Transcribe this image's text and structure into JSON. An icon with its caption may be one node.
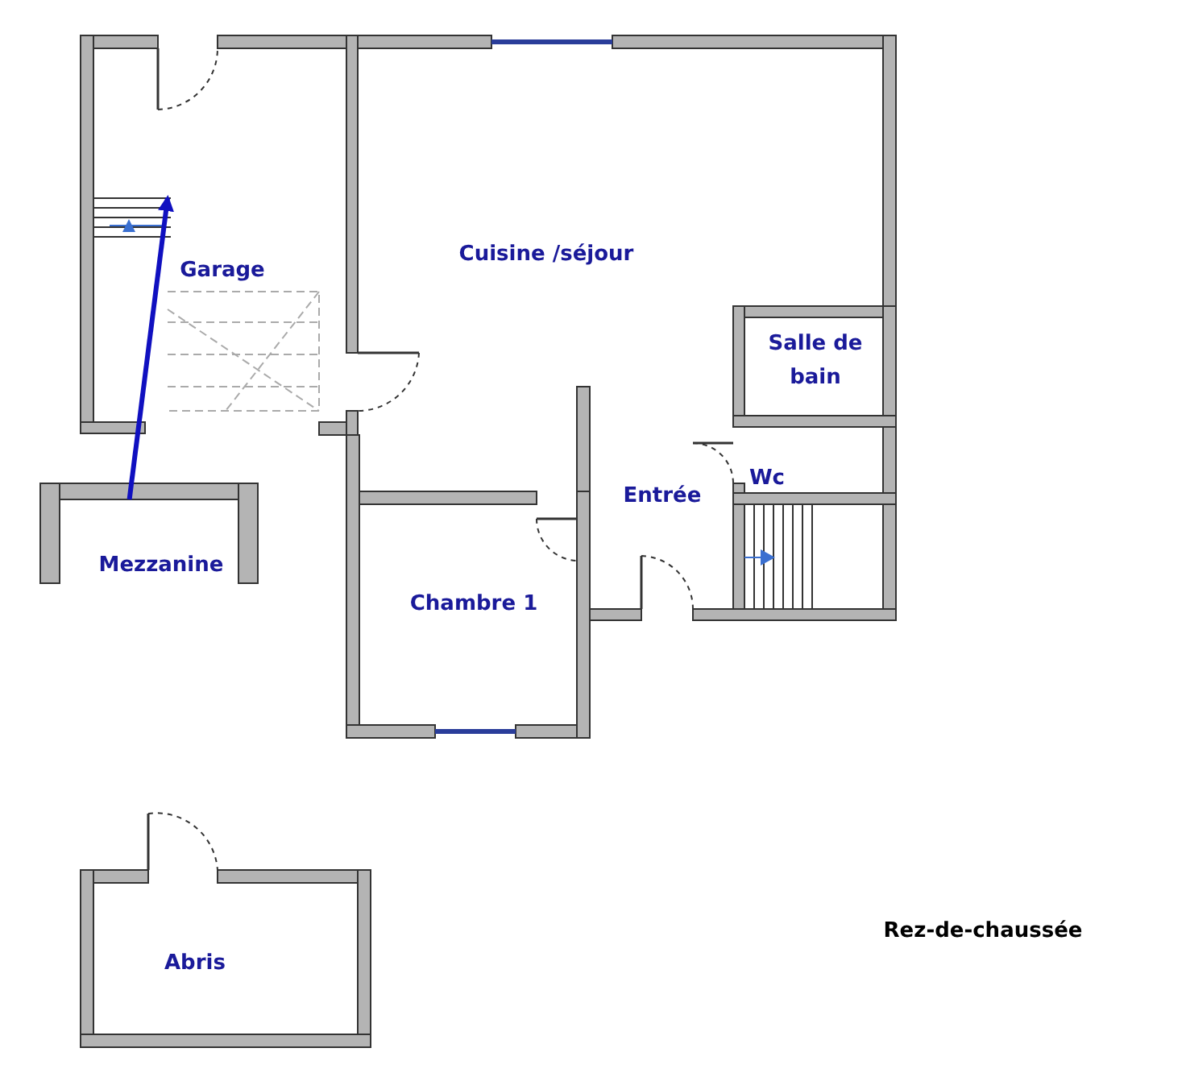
{
  "diagram": {
    "nodes": [
      {
        "text": [
          "Garage"
        ]
      },
      {
        "text": [
          "Cuisine /séjour"
        ]
      },
      {
        "text": [
          "Salle de bain"
        ]
      },
      {
        "text": [
          "Wc"
        ]
      },
      {
        "text": [
          "Entrée"
        ]
      },
      {
        "text": [
          "Chambre 1"
        ]
      },
      {
        "text": [
          "Mezzanine"
        ]
      },
      {
        "text": [
          "Abris"
        ]
      },
      {
        "text": [],
        "shape": "stairs",
        "in": 0
      }
    ],
    "edges": [
      {
        "from": 6,
        "to": 8,
        "arrow": "to"
      }
    ],
    "labels": [
      "Rez-de-chaussée"
    ]
  }
}
